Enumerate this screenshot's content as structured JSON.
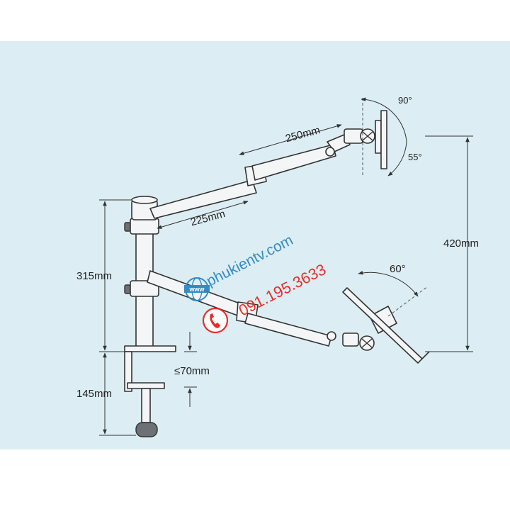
{
  "colors": {
    "background": "#dcedf3",
    "outer": "#ffffff",
    "line": "#333333",
    "watermark_blue": "#2e86c1",
    "watermark_red": "#e8251e"
  },
  "dimensions": {
    "upper_arm_length": "250mm",
    "lower_arm_length": "225mm",
    "total_height": "420mm",
    "pole_height": "315mm",
    "clamp_height": "145mm",
    "desk_thickness": "≤70mm",
    "tilt_up": "90°",
    "tilt_down": "55°",
    "laptop_tilt": "60°"
  },
  "watermark": {
    "site": "phukientv.com",
    "phone": "091.195.3633",
    "globe_label": "www"
  },
  "icons": {
    "globe": "globe-icon",
    "phone": "phone-icon"
  }
}
